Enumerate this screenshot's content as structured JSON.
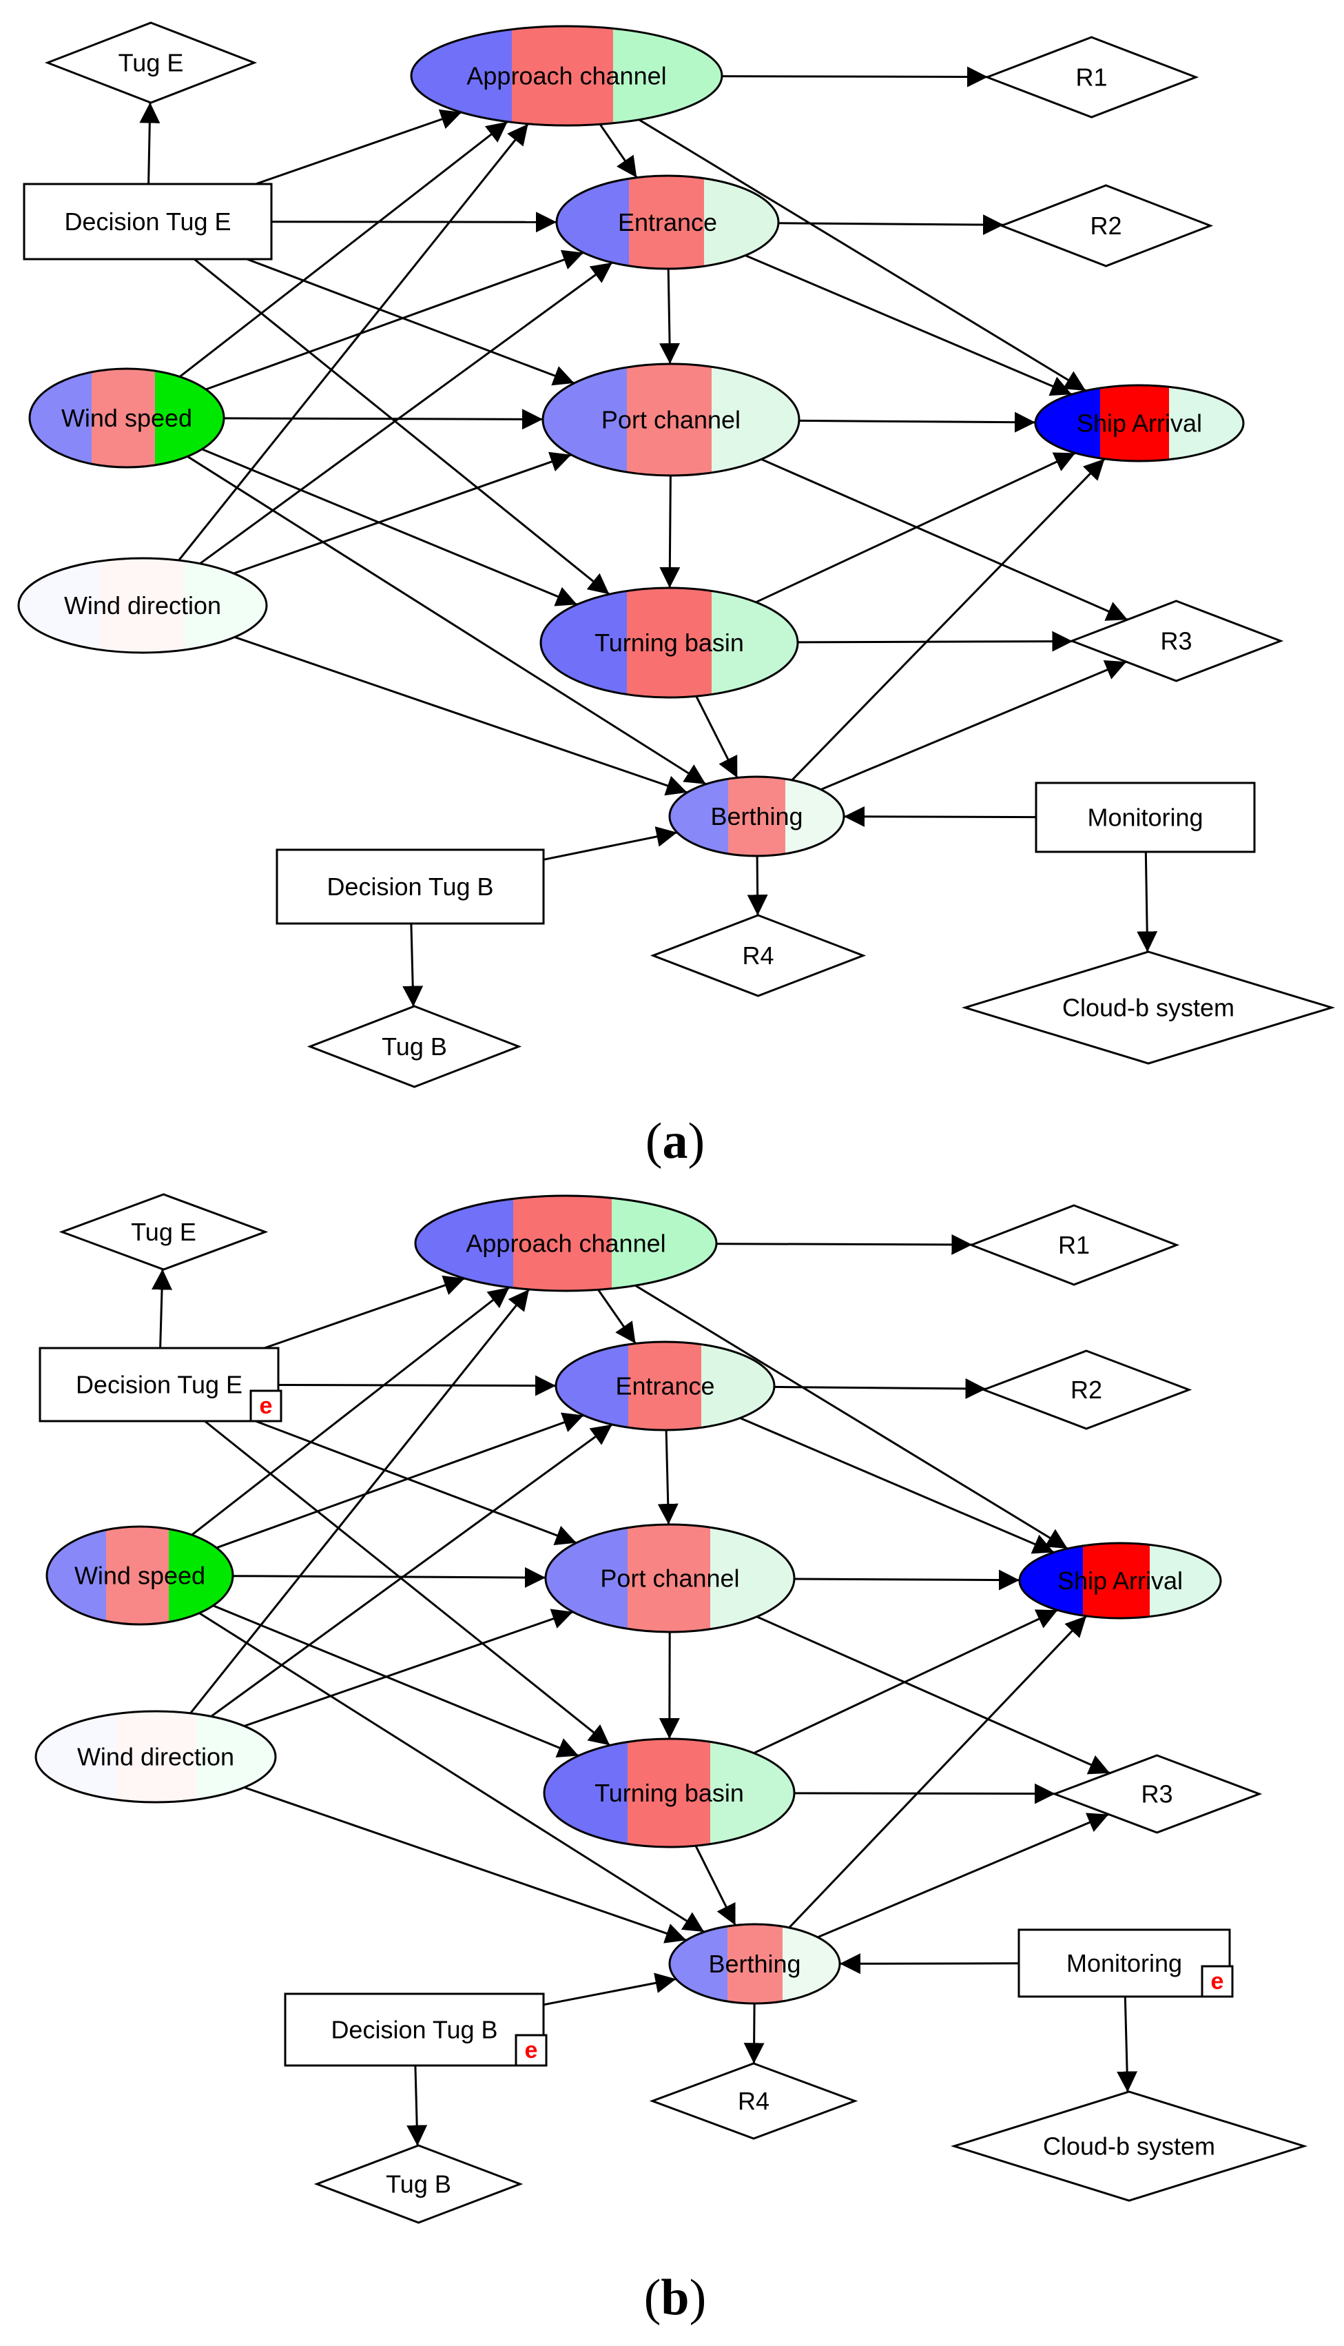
{
  "figure": {
    "panels": [
      {
        "id": "a",
        "caption_open": "(",
        "caption_letter": "a",
        "caption_close": ")",
        "evidence_nodes": []
      },
      {
        "id": "b",
        "caption_open": "(",
        "caption_letter": "b",
        "caption_close": ")",
        "evidence_nodes": [
          "decision_tug_e",
          "decision_tug_b",
          "monitoring"
        ]
      }
    ],
    "evidence_badge_label": "e",
    "nodes": [
      {
        "id": "tug_e",
        "label": "Tug E",
        "kind": "utility"
      },
      {
        "id": "decision_tug_e",
        "label": "Decision Tug E",
        "kind": "decision"
      },
      {
        "id": "approach_channel",
        "label": "Approach channel",
        "kind": "chance",
        "states": [
          "#7070f8",
          "#f87070",
          "#b4f8c8"
        ]
      },
      {
        "id": "r1",
        "label": "R1",
        "kind": "utility"
      },
      {
        "id": "entrance",
        "label": "Entrance",
        "kind": "chance",
        "states": [
          "#7878f8",
          "#f87878",
          "#dcf8e4"
        ]
      },
      {
        "id": "r2",
        "label": "R2",
        "kind": "utility"
      },
      {
        "id": "wind_speed",
        "label": "Wind speed",
        "kind": "chance",
        "states": [
          "#8888f8",
          "#f88888",
          "#00e800"
        ]
      },
      {
        "id": "port_channel",
        "label": "Port channel",
        "kind": "chance",
        "states": [
          "#8484f8",
          "#f88484",
          "#e0f8e8"
        ]
      },
      {
        "id": "ship_arrival",
        "label": "Ship Arrival",
        "kind": "chance",
        "states": [
          "#0000ff",
          "#ff0000",
          "#dcf8e8"
        ]
      },
      {
        "id": "wind_direction",
        "label": "Wind direction",
        "kind": "chance",
        "states": [
          "#f8f8ff",
          "#fff6f6",
          "#f2fff6"
        ]
      },
      {
        "id": "turning_basin",
        "label": "Turning basin",
        "kind": "chance",
        "states": [
          "#7070f8",
          "#f87070",
          "#c4f8d4"
        ]
      },
      {
        "id": "r3",
        "label": "R3",
        "kind": "utility"
      },
      {
        "id": "berthing",
        "label": "Berthing",
        "kind": "chance",
        "states": [
          "#8888f8",
          "#f88888",
          "#ecfaf0"
        ]
      },
      {
        "id": "monitoring",
        "label": "Monitoring",
        "kind": "decision"
      },
      {
        "id": "decision_tug_b",
        "label": "Decision Tug B",
        "kind": "decision"
      },
      {
        "id": "r4",
        "label": "R4",
        "kind": "utility"
      },
      {
        "id": "cloud_b_system",
        "label": "Cloud-b system",
        "kind": "utility"
      },
      {
        "id": "tug_b",
        "label": "Tug B",
        "kind": "utility"
      }
    ],
    "edges": [
      [
        "decision_tug_e",
        "tug_e"
      ],
      [
        "decision_tug_e",
        "approach_channel"
      ],
      [
        "decision_tug_e",
        "entrance"
      ],
      [
        "decision_tug_e",
        "port_channel"
      ],
      [
        "decision_tug_e",
        "turning_basin"
      ],
      [
        "wind_speed",
        "approach_channel"
      ],
      [
        "wind_speed",
        "entrance"
      ],
      [
        "wind_speed",
        "port_channel"
      ],
      [
        "wind_speed",
        "turning_basin"
      ],
      [
        "wind_speed",
        "berthing"
      ],
      [
        "wind_direction",
        "approach_channel"
      ],
      [
        "wind_direction",
        "entrance"
      ],
      [
        "wind_direction",
        "port_channel"
      ],
      [
        "wind_direction",
        "berthing"
      ],
      [
        "approach_channel",
        "r1"
      ],
      [
        "approach_channel",
        "entrance"
      ],
      [
        "approach_channel",
        "ship_arrival"
      ],
      [
        "entrance",
        "r2"
      ],
      [
        "entrance",
        "port_channel"
      ],
      [
        "entrance",
        "ship_arrival"
      ],
      [
        "port_channel",
        "ship_arrival"
      ],
      [
        "port_channel",
        "turning_basin"
      ],
      [
        "port_channel",
        "r3"
      ],
      [
        "turning_basin",
        "r3"
      ],
      [
        "turning_basin",
        "ship_arrival"
      ],
      [
        "turning_basin",
        "berthing"
      ],
      [
        "berthing",
        "r4"
      ],
      [
        "berthing",
        "ship_arrival"
      ],
      [
        "berthing",
        "r3"
      ],
      [
        "monitoring",
        "berthing"
      ],
      [
        "monitoring",
        "cloud_b_system"
      ],
      [
        "decision_tug_b",
        "berthing"
      ],
      [
        "decision_tug_b",
        "tug_b"
      ]
    ]
  }
}
